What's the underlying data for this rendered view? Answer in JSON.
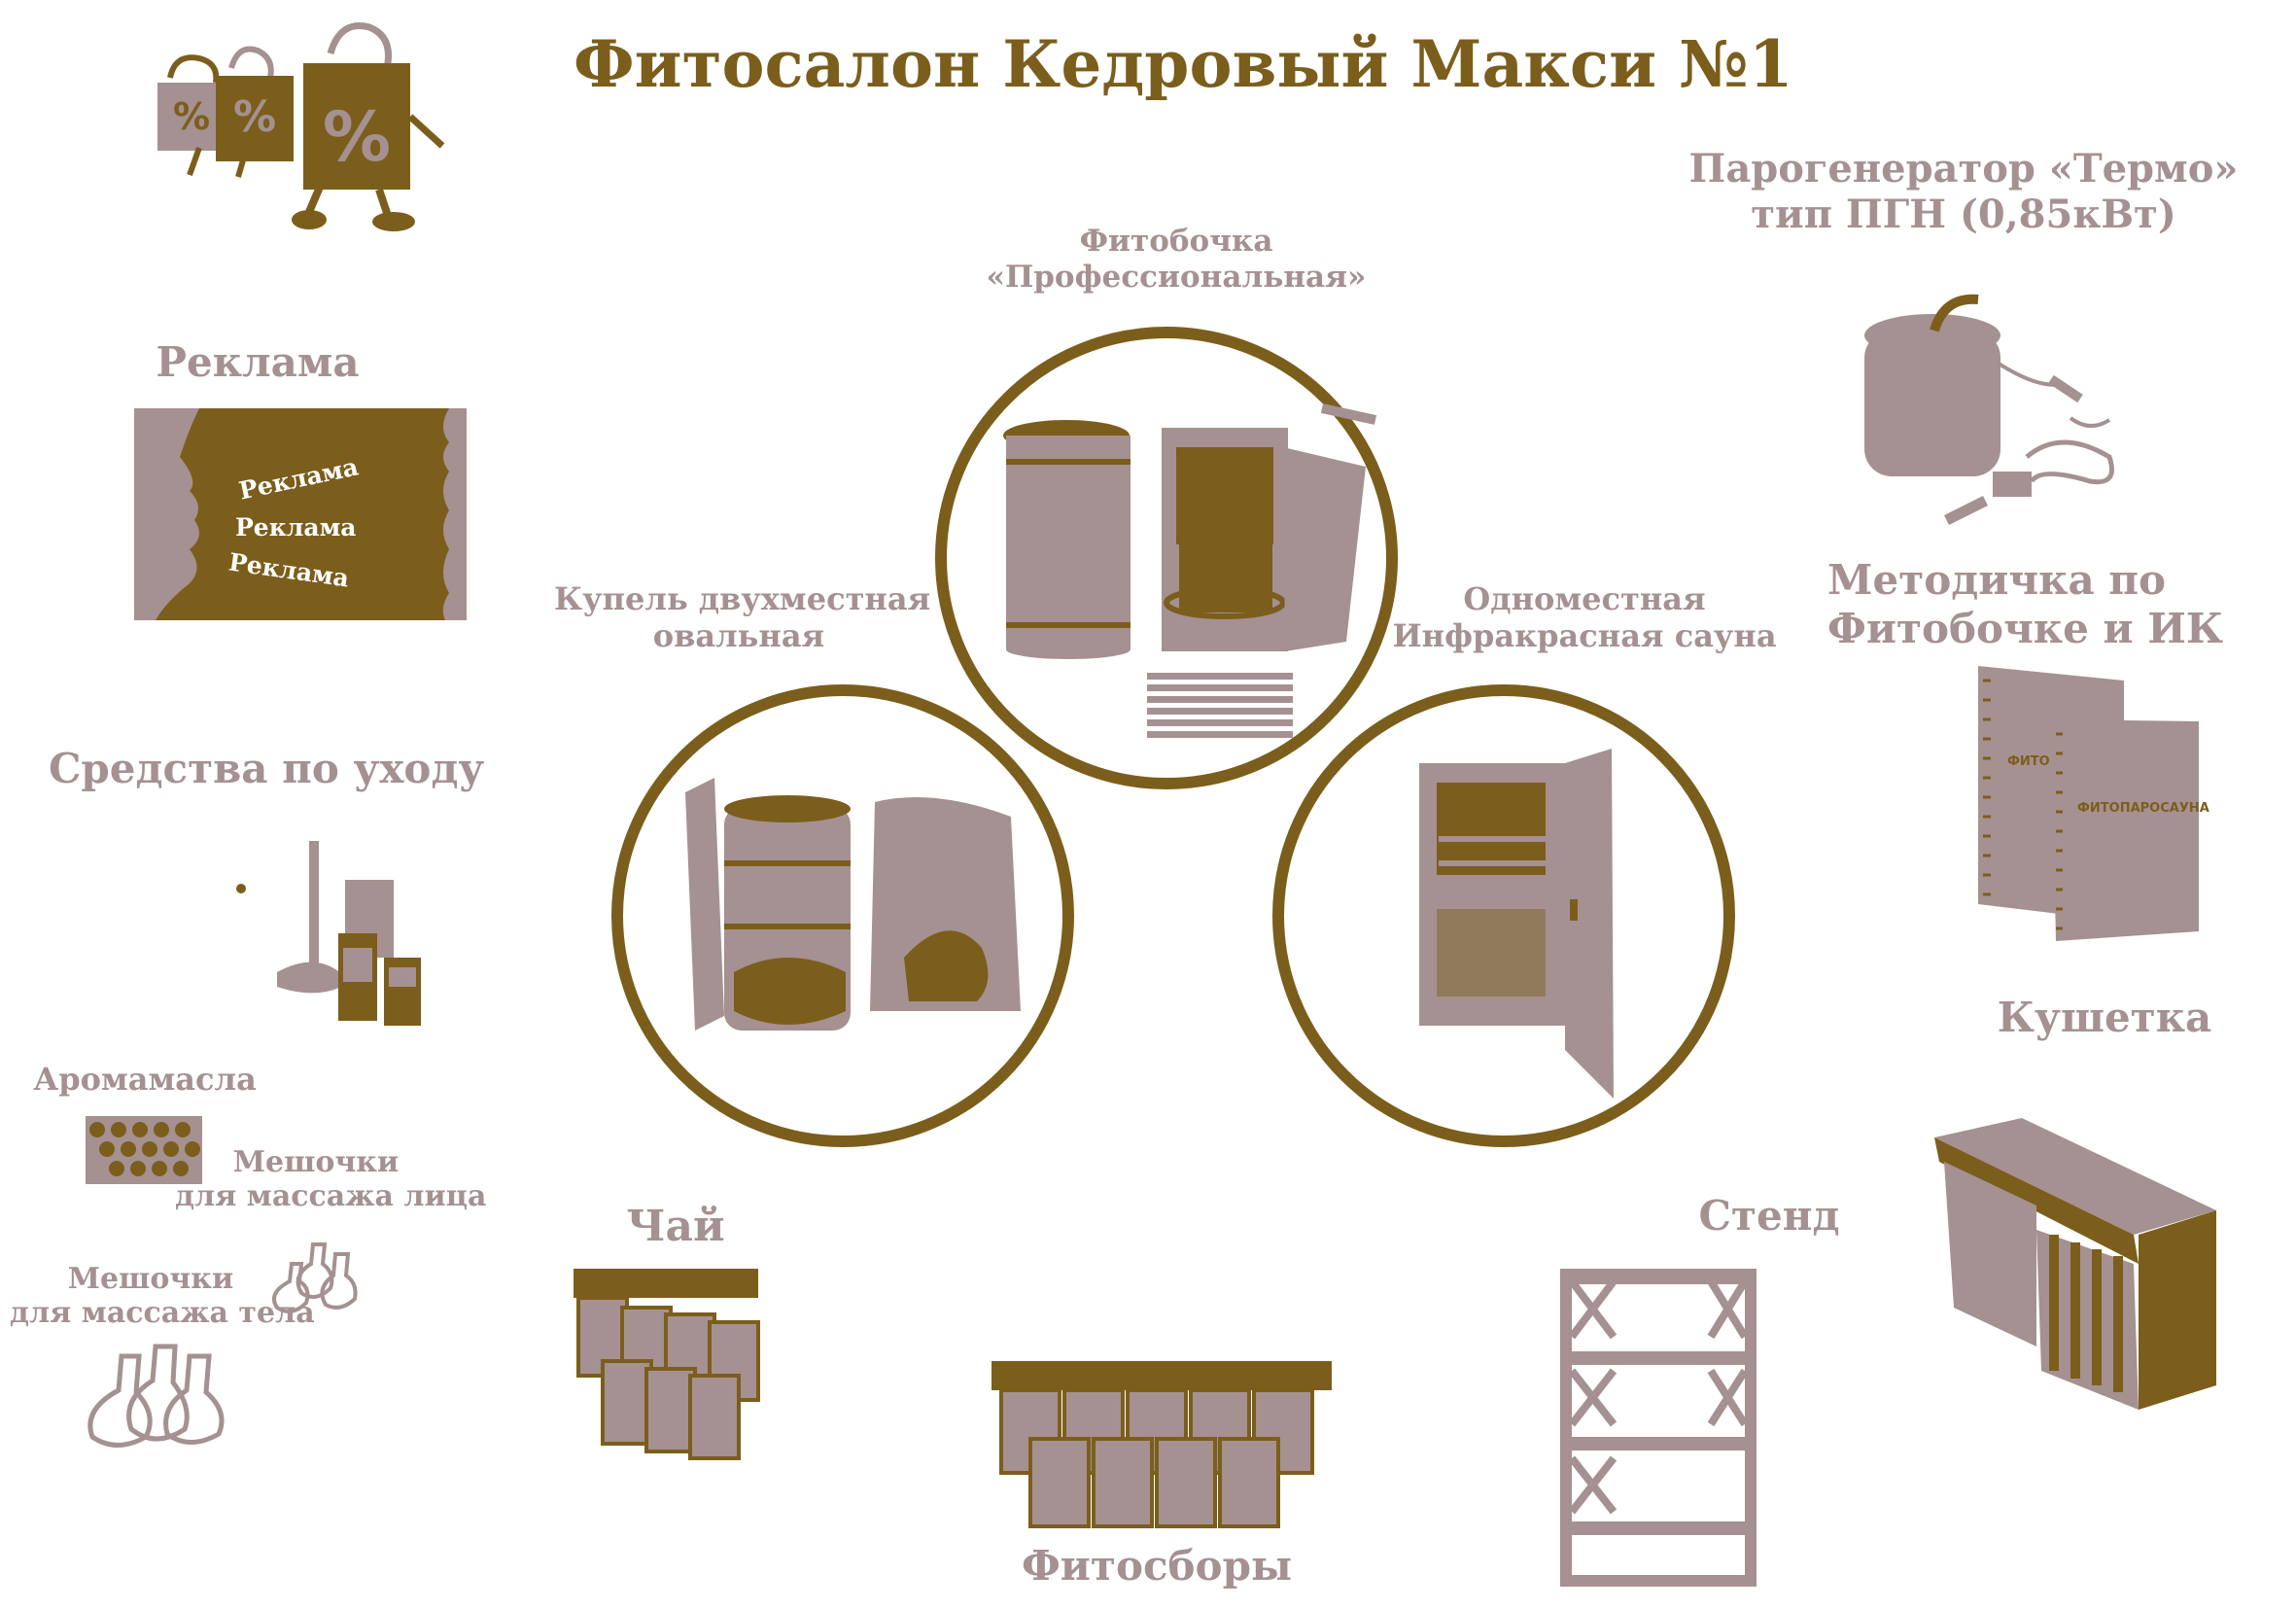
{
  "colors": {
    "brown": "#7b5e1c",
    "mauve": "#a59191",
    "background": "#ffffff"
  },
  "title": "Фитосалон Кедровый Макси №1",
  "items": {
    "steam_generator": {
      "line1": "Парогенератор «Термо»",
      "line2": "тип ПГН (0,85кВт)"
    },
    "phytobarrel": {
      "line1": "Фитобочка",
      "line2": "«Профессиональная»"
    },
    "font_tub": {
      "line1": "Купель двухместная",
      "line2": "овальная"
    },
    "ir_sauna": {
      "line1": "Одноместная",
      "line2": "Инфракрасная сауна"
    },
    "advertising": {
      "label": "Реклама",
      "banner_words": [
        "Реклама",
        "Реклама",
        "Реклама"
      ]
    },
    "care_products": {
      "label": "Средства по уходу"
    },
    "manual": {
      "line1": "Методичка по",
      "line2": "Фитобочке и ИК",
      "book_title_1": "ФИТО",
      "book_title_2": "ФИТОПАРОСАУНА"
    },
    "couch": {
      "label": "Кушетка"
    },
    "aroma_oils": {
      "label": "Аромамасла"
    },
    "face_bags": {
      "line1": "Мешочки",
      "line2": "для массажа лица"
    },
    "body_bags": {
      "line1": "Мешочки",
      "line2": "для массажа тела"
    },
    "tea": {
      "label": "Чай"
    },
    "herbal_sets": {
      "label": "Фитосборы"
    },
    "stand": {
      "label": "Стенд"
    }
  },
  "icons": [
    "shopping-bags-percent-icon",
    "steam-generator-icon",
    "barrel-icon",
    "tub-icon",
    "sauna-cabin-icon",
    "manual-book-icon",
    "couch-icon",
    "shelf-stand-icon",
    "tea-packs-icon",
    "herbal-packs-icon",
    "cosmetics-icon",
    "oils-icon",
    "massage-bags-icon"
  ]
}
